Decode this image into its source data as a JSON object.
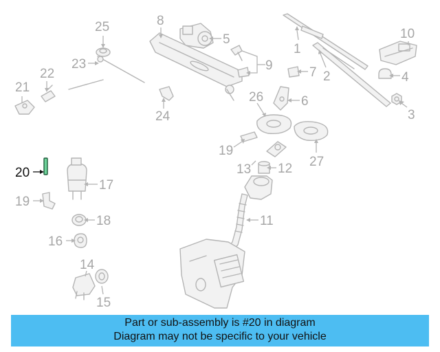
{
  "callouts": {
    "c1": "1",
    "c2": "2",
    "c3": "3",
    "c4": "4",
    "c5": "5",
    "c6": "6",
    "c7": "7",
    "c8": "8",
    "c9": "9",
    "c10": "10",
    "c11": "11",
    "c12": "12",
    "c13": "13",
    "c14": "14",
    "c15": "15",
    "c16": "16",
    "c17": "17",
    "c18": "18",
    "c19a": "19",
    "c19b": "19",
    "c20": "20",
    "c21": "21",
    "c22": "22",
    "c23": "23",
    "c24": "24",
    "c25": "25",
    "c26": "26",
    "c27": "27"
  },
  "highlighted_part": "20",
  "banner": {
    "line1": "Part or sub-assembly is #20 in diagram",
    "line2": "Diagram may not be specific to your vehicle"
  },
  "colors": {
    "banner_bg": "#4dbdf2",
    "highlight_part": "#6ed49b",
    "part_outline": "#b4b4b4",
    "callout_text": "#a6a6a6"
  }
}
